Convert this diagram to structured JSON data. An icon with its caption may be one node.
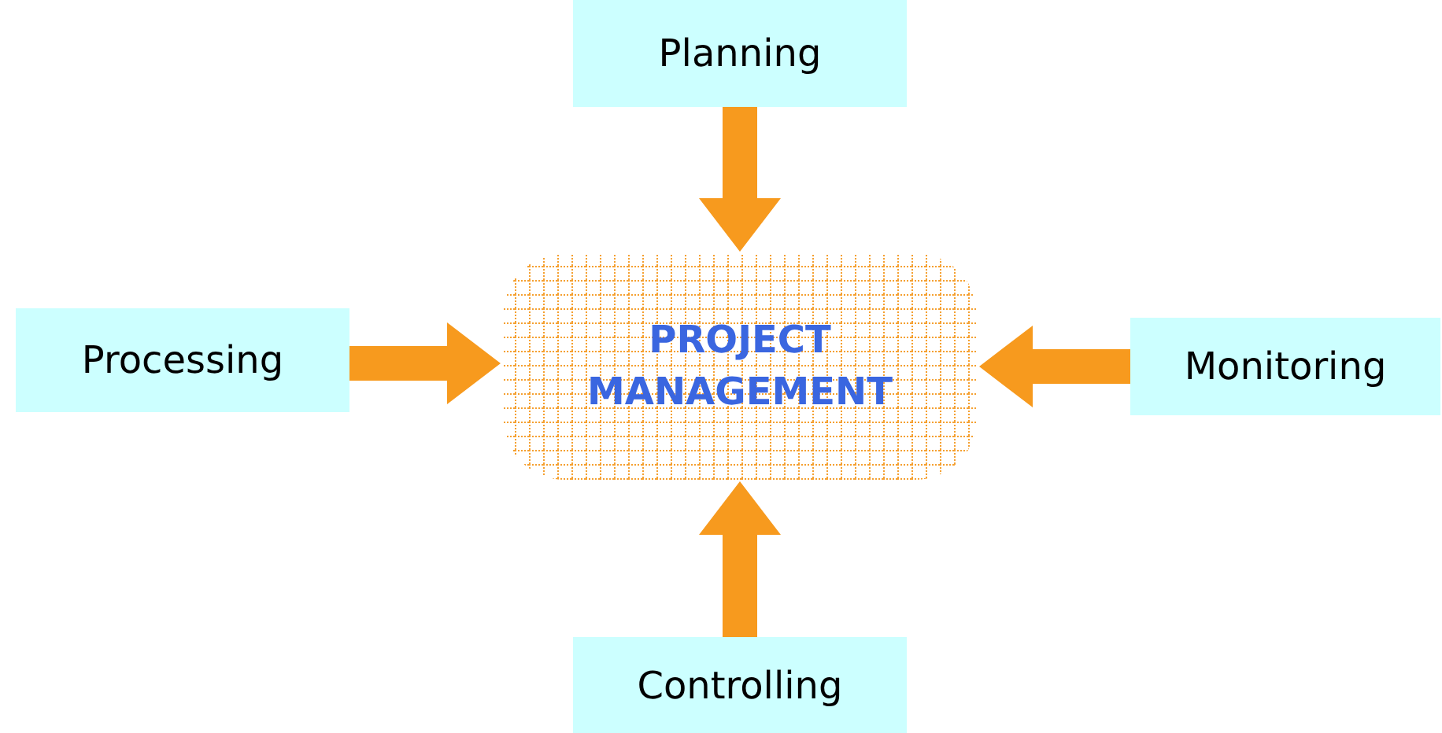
{
  "diagram": {
    "nodes": [
      {
        "text": [
          "Planning"
        ]
      },
      {
        "text": [
          "Processing"
        ]
      },
      {
        "text": [
          "PROJECT MANAGEMENT"
        ]
      },
      {
        "text": [
          "Monitoring"
        ]
      },
      {
        "text": [
          "Controlling"
        ]
      }
    ],
    "edges": [
      {
        "from": 0,
        "to": 2,
        "arrow": "to",
        "style": "thick"
      },
      {
        "from": 1,
        "to": 2,
        "arrow": "to",
        "style": "thick"
      },
      {
        "from": 3,
        "to": 2,
        "arrow": "to",
        "style": "thick"
      },
      {
        "from": 4,
        "to": 2,
        "arrow": "to",
        "style": "thick"
      }
    ]
  }
}
